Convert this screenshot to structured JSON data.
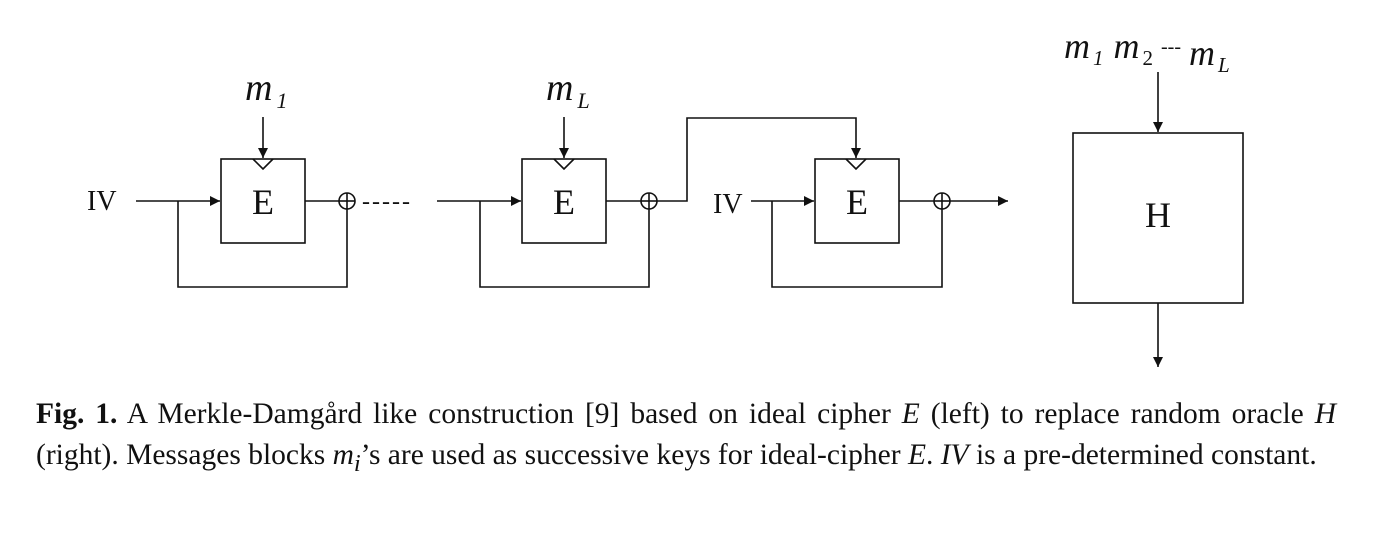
{
  "diagram": {
    "left": {
      "iv_label": "IV",
      "block_label": "E",
      "key_first": {
        "base": "m",
        "sub": "1"
      },
      "key_last": {
        "base": "m",
        "sub": "L"
      },
      "ellipsis": "-----"
    },
    "middle": {
      "iv_label": "IV",
      "block_label": "E"
    },
    "right": {
      "oracle_label": "H",
      "input": {
        "m1": {
          "base": "m",
          "sub": "1"
        },
        "m2": {
          "base": "m",
          "sub": "2"
        },
        "dots": "---",
        "mL": {
          "base": "m",
          "sub": "L"
        }
      }
    }
  },
  "caption": {
    "fig_label": "Fig. 1.",
    "part1": " A Merkle-Damgård like construction [9] based on ideal cipher ",
    "E1": "E",
    "part2": " (left) to replace random oracle ",
    "H": "H",
    "part3": " (right). Messages blocks ",
    "mi_base": "m",
    "mi_sub": "i",
    "part4": "’s are used as successive keys for ideal-cipher ",
    "E2": "E",
    "part5": ". ",
    "IV": "IV",
    "part6": " is a pre-determined constant."
  }
}
